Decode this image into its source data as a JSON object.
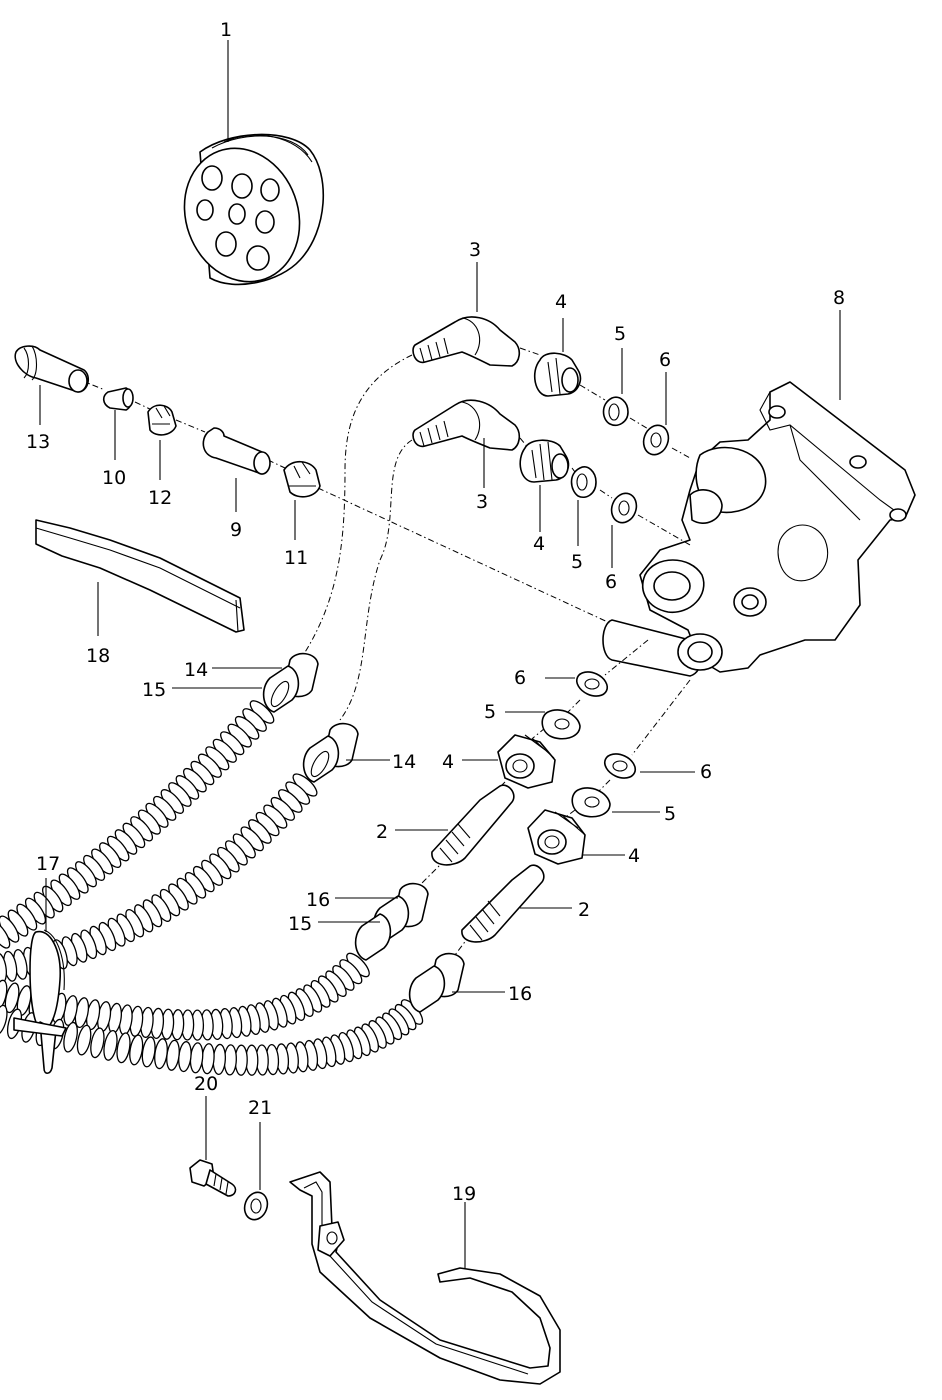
{
  "callouts": [
    {
      "id": "c1",
      "text": "1"
    },
    {
      "id": "c2a",
      "text": "2"
    },
    {
      "id": "c2b",
      "text": "2"
    },
    {
      "id": "c3a",
      "text": "3"
    },
    {
      "id": "c3b",
      "text": "3"
    },
    {
      "id": "c4a",
      "text": "4"
    },
    {
      "id": "c4b",
      "text": "4"
    },
    {
      "id": "c4c",
      "text": "4"
    },
    {
      "id": "c4d",
      "text": "4"
    },
    {
      "id": "c5a",
      "text": "5"
    },
    {
      "id": "c5b",
      "text": "5"
    },
    {
      "id": "c5c",
      "text": "5"
    },
    {
      "id": "c5d",
      "text": "5"
    },
    {
      "id": "c6a",
      "text": "6"
    },
    {
      "id": "c6b",
      "text": "6"
    },
    {
      "id": "c6c",
      "text": "6"
    },
    {
      "id": "c6d",
      "text": "6"
    },
    {
      "id": "c8",
      "text": "8"
    },
    {
      "id": "c9",
      "text": "9"
    },
    {
      "id": "c10",
      "text": "10"
    },
    {
      "id": "c11",
      "text": "11"
    },
    {
      "id": "c12",
      "text": "12"
    },
    {
      "id": "c13",
      "text": "13"
    },
    {
      "id": "c14a",
      "text": "14"
    },
    {
      "id": "c14b",
      "text": "14"
    },
    {
      "id": "c15a",
      "text": "15"
    },
    {
      "id": "c15b",
      "text": "15"
    },
    {
      "id": "c16a",
      "text": "16"
    },
    {
      "id": "c16b",
      "text": "16"
    },
    {
      "id": "c17",
      "text": "17"
    },
    {
      "id": "c18",
      "text": "18"
    },
    {
      "id": "c19",
      "text": "19"
    },
    {
      "id": "c20",
      "text": "20"
    },
    {
      "id": "c21",
      "text": "21"
    }
  ]
}
